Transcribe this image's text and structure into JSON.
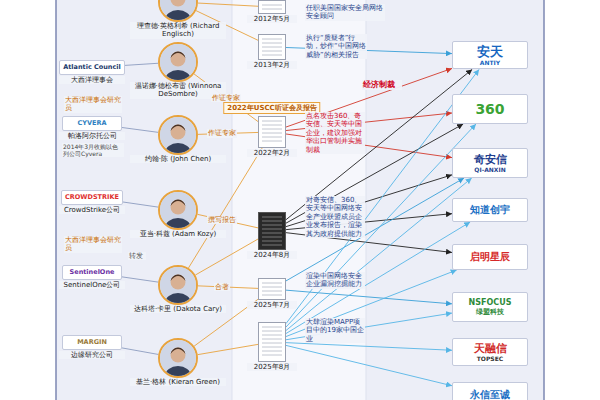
{
  "diagram": {
    "nodes": [
      {
        "text": [
          "Atlantic Council",
          "大西洋理事会"
        ]
      },
      {
        "text": [
          "CYVERA",
          "帕洛阿尔托公司"
        ]
      },
      {
        "text": [
          "CROWDSTRIKE",
          "CrowdStrike公司"
        ]
      },
      {
        "text": [
          "SentinelOne",
          "SentinelOne公司"
        ]
      },
      {
        "text": [
          "MARGIN",
          "边缘研究公司"
        ]
      },
      {
        "text": [
          "理查德·英格利希 (Richard Englisch)"
        ]
      },
      {
        "text": [
          "温诺娜·德松布雷 (Winnona DeSombre)"
        ]
      },
      {
        "text": [
          "约翰·陈 (John Chen)"
        ]
      },
      {
        "text": [
          "亚当·科兹 (Adam Kozy)"
        ]
      },
      {
        "text": [
          "达科塔·卡里 (Dakota Cary)"
        ]
      },
      {
        "text": [
          "基兰·格林 (Kieran Green)"
        ]
      },
      {
        "text": [
          "2012年5月"
        ]
      },
      {
        "text": [
          "2013年2月"
        ]
      },
      {
        "text": [
          "2022年USCC听证会及报告",
          "2022年2月"
        ]
      },
      {
        "text": [
          "2024年8月"
        ]
      },
      {
        "text": [
          "2025年7月"
        ]
      },
      {
        "text": [
          "2025年8月"
        ]
      },
      {
        "text": [
          "安天",
          "ANTIY"
        ]
      },
      {
        "text": [
          "360"
        ]
      },
      {
        "text": [
          "奇安信",
          "QI-ANXIN"
        ]
      },
      {
        "text": [
          "知道创宇"
        ]
      },
      {
        "text": [
          "启明星辰"
        ]
      },
      {
        "text": [
          "NSFOCUS",
          "绿盟科技"
        ]
      },
      {
        "text": [
          "天融信",
          "TOPSEC"
        ]
      },
      {
        "text": [
          "永信至诚"
        ]
      }
    ],
    "edges": [
      {
        "from": 0,
        "to": 6,
        "arrow": "none"
      },
      {
        "from": 1,
        "to": 7,
        "arrow": "none"
      },
      {
        "from": 2,
        "to": 8,
        "arrow": "none"
      },
      {
        "from": 3,
        "to": 9,
        "arrow": "none"
      },
      {
        "from": 4,
        "to": 10,
        "arrow": "none"
      },
      {
        "from": 5,
        "to": 11,
        "arrow": "none"
      },
      {
        "from": 5,
        "to": 12,
        "arrow": "none"
      },
      {
        "from": 6,
        "to": 13,
        "label": "作证专家",
        "arrow": "none"
      },
      {
        "from": 7,
        "to": 13,
        "label": "作证专家",
        "arrow": "none"
      },
      {
        "from": 9,
        "to": 13,
        "arrow": "none"
      },
      {
        "from": 8,
        "to": 14,
        "label": "撰写报告",
        "arrow": "none"
      },
      {
        "from": 9,
        "to": 14,
        "arrow": "none"
      },
      {
        "from": 9,
        "to": 15,
        "label": "合著",
        "arrow": "none"
      },
      {
        "from": 10,
        "to": 15,
        "arrow": "none"
      },
      {
        "from": 10,
        "to": 16,
        "arrow": "none"
      },
      {
        "from": 12,
        "to": 17,
        "arrow": "to"
      },
      {
        "from": 13,
        "to": 17,
        "arrow": "to"
      },
      {
        "from": 13,
        "to": 18,
        "arrow": "to"
      },
      {
        "from": 13,
        "to": 19,
        "arrow": "to"
      },
      {
        "from": 14,
        "to": 17,
        "arrow": "to"
      },
      {
        "from": 14,
        "to": 18,
        "arrow": "to"
      },
      {
        "from": 14,
        "to": 19,
        "arrow": "to"
      },
      {
        "from": 14,
        "to": 20,
        "arrow": "to"
      },
      {
        "from": 14,
        "to": 21,
        "arrow": "to"
      },
      {
        "from": 15,
        "to": 19,
        "arrow": "to"
      },
      {
        "from": 15,
        "to": 22,
        "arrow": "to"
      },
      {
        "from": 16,
        "to": 17,
        "arrow": "to"
      },
      {
        "from": 16,
        "to": 18,
        "arrow": "to"
      },
      {
        "from": 16,
        "to": 19,
        "arrow": "to"
      },
      {
        "from": 16,
        "to": 20,
        "arrow": "to"
      },
      {
        "from": 16,
        "to": 21,
        "arrow": "to"
      },
      {
        "from": 16,
        "to": 22,
        "arrow": "to"
      },
      {
        "from": 16,
        "to": 23,
        "arrow": "to"
      },
      {
        "from": 16,
        "to": 24,
        "arrow": "to"
      }
    ],
    "labels": [
      "任职美国国家安全局网络安全顾问",
      "执行“质疑者”行动，炒作“中国网络威胁”的相关报告",
      "经济制裁",
      "点名攻击360、奇安信、安天等中国企业，建议加强对华出口管制并实施制裁",
      "对奇安信、360、安天等中国网络安全产业联盟成员企业发布报告，渲染其为政府提供能力",
      "渲染中国网络安全企业漏洞挖掘能力",
      "大肆渲染MAPP项目中的19家中国企业",
      "大西洋理事会研究员",
      "大西洋理事会研究员",
      "2014年3月收购以色列公司Cyvera",
      "转发"
    ]
  }
}
